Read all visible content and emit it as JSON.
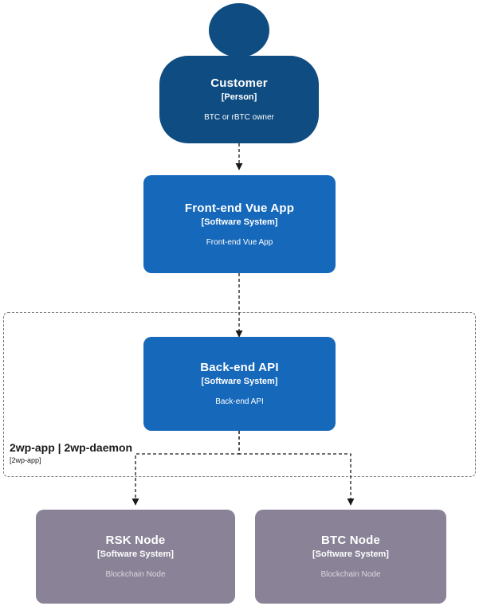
{
  "diagram": {
    "type": "c4-context",
    "background": "#ffffff",
    "colors": {
      "person": "#0f4c81",
      "software_system": "#1668bb",
      "external_system": "#8a8397",
      "boundary_border": "#7a7a7a",
      "edge": "#1a1a1a",
      "text_on_node": "#ffffff"
    },
    "nodes": [
      {
        "id": "customer",
        "shape": "person",
        "title": "Customer",
        "subtitle": "[Person]",
        "description": "BTC or rBTC owner",
        "color": "#0f4c81"
      },
      {
        "id": "frontend",
        "shape": "box",
        "title": "Front-end Vue App",
        "subtitle": "[Software System]",
        "description": "Front-end Vue App",
        "color": "#1668bb"
      },
      {
        "id": "backend",
        "shape": "box",
        "title": "Back-end API",
        "subtitle": "[Software System]",
        "description": "Back-end API",
        "color": "#1668bb"
      },
      {
        "id": "rsk-node",
        "shape": "box",
        "title": "RSK Node",
        "subtitle": "[Software System]",
        "description": "Blockchain Node",
        "color": "#8a8397"
      },
      {
        "id": "btc-node",
        "shape": "box",
        "title": "BTC Node",
        "subtitle": "[Software System]",
        "description": "Blockchain Node",
        "color": "#8a8397"
      }
    ],
    "boundary": {
      "id": "2wp-boundary",
      "title": "2wp-app | 2wp-daemon",
      "subtitle": "[2wp-app]",
      "style": "dashed"
    },
    "edges": [
      {
        "from": "customer",
        "to": "frontend",
        "style": "dashed",
        "arrow": "end",
        "label": ""
      },
      {
        "from": "frontend",
        "to": "backend",
        "style": "dashed",
        "arrow": "end",
        "label": ""
      },
      {
        "from": "backend",
        "to": "rsk-node",
        "style": "dashed",
        "arrow": "end",
        "label": ""
      },
      {
        "from": "backend",
        "to": "btc-node",
        "style": "dashed",
        "arrow": "end",
        "label": ""
      }
    ]
  }
}
